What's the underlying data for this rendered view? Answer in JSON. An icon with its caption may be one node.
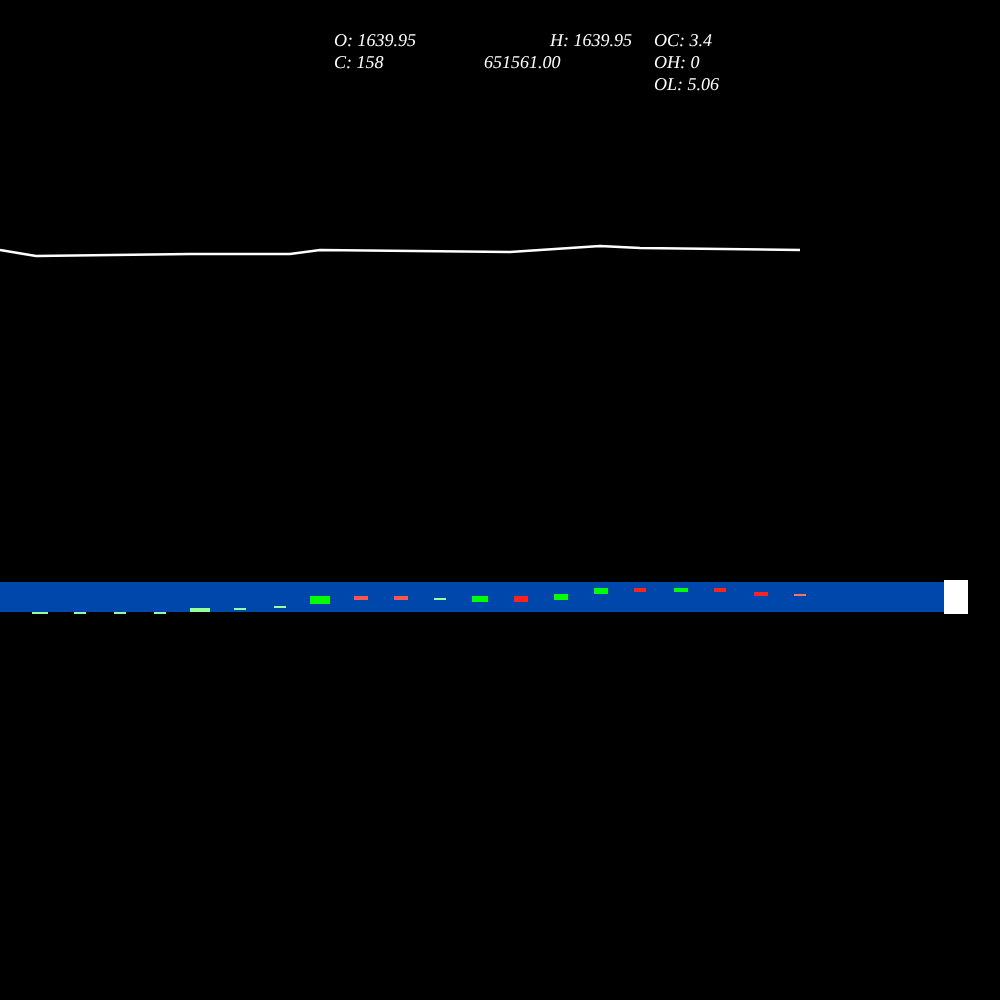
{
  "diagram": {
    "labels": [
      "O: 1639.95",
      "H: 1639.95",
      "OC: 3.4",
      "C: 158",
      "651561.00",
      "OH: 0",
      "OL: 5.06"
    ]
  }
}
